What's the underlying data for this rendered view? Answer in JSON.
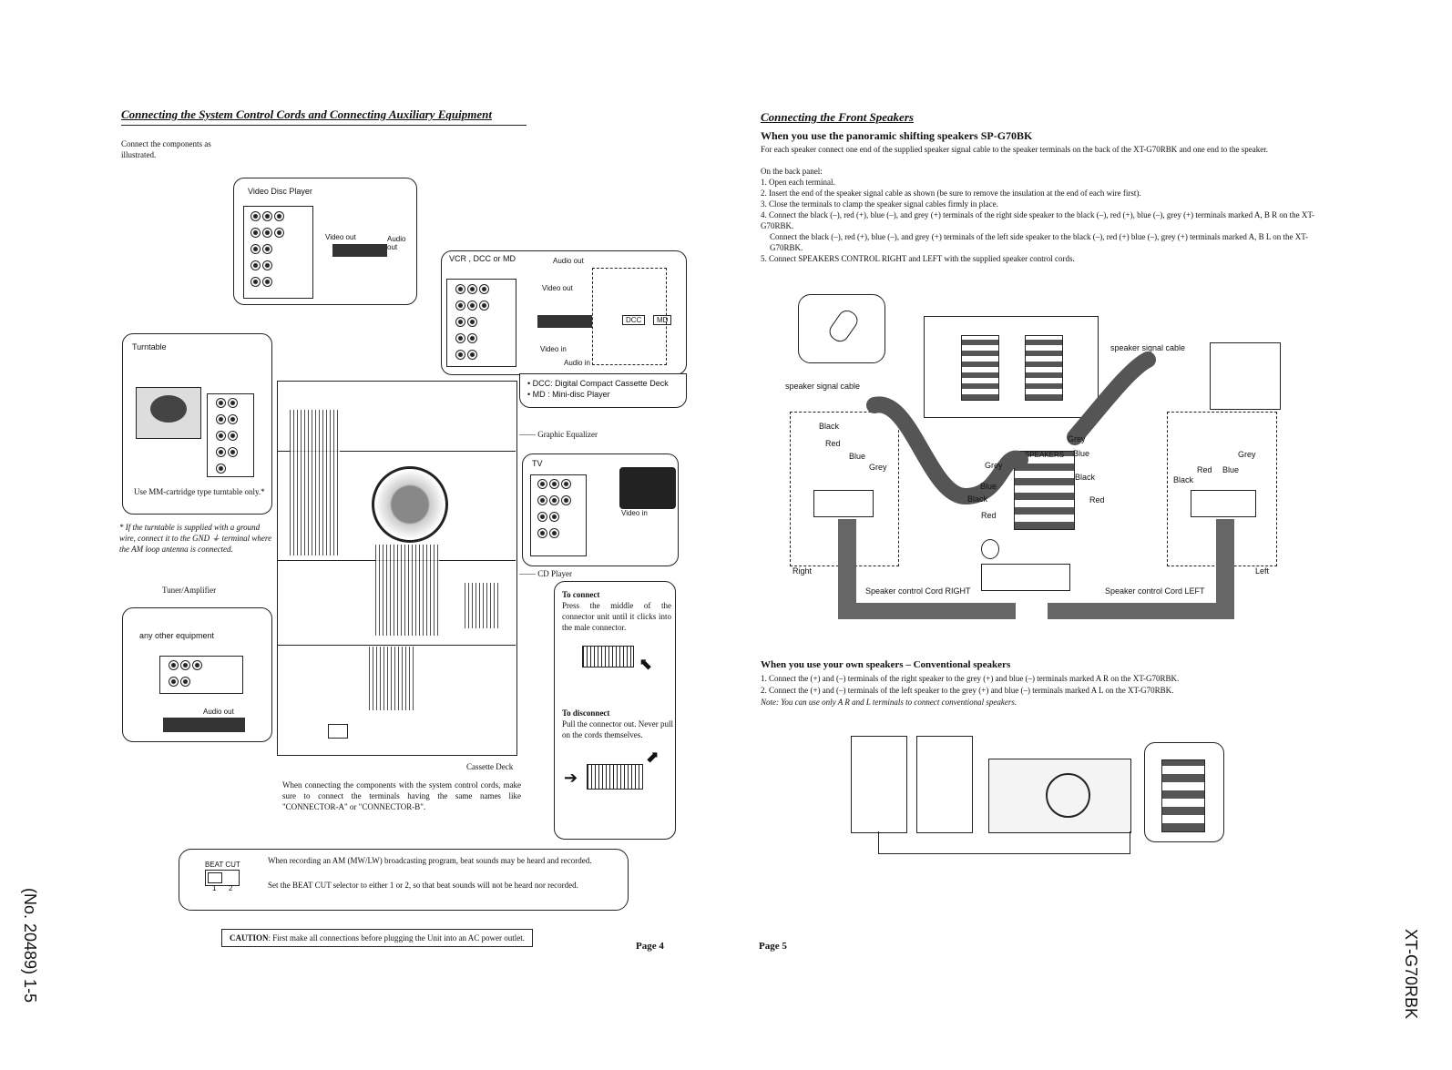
{
  "left": {
    "title": "Connecting the System Control Cords and Connecting Auxiliary Equipment",
    "intro": "Connect the components as illustrated.",
    "video_disc": {
      "label": "Video Disc Player",
      "video_out": "Video out",
      "audio_out": "Audio out"
    },
    "vcr": {
      "label": "VCR , DCC or MD",
      "audio_out": "Audio out",
      "video_out": "Video out",
      "video_in": "Video in",
      "audio_in": "Audio in",
      "dcc": "DCC",
      "md": "MD",
      "note_dcc": "• DCC: Digital Compact Cassette Deck",
      "note_md": "• MD  : Mini-disc Player"
    },
    "turntable": {
      "label": "Turntable",
      "note": "Use MM-cartridge type turntable only.*"
    },
    "footnote": "* If the turntable is supplied with a ground wire, connect it to the GND ⏚ terminal where the AM loop antenna is connected.",
    "graphic_eq": "Graphic Equalizer",
    "tv": {
      "label": "TV",
      "video_in": "Video in"
    },
    "tuner": "Tuner/Amplifier",
    "cd_player": "CD Player",
    "other": {
      "label": "any other equipment",
      "audio_out": "Audio out"
    },
    "to_connect": {
      "title": "To connect",
      "text": "Press the middle of the connector unit until it clicks into the male connector."
    },
    "to_disconnect": {
      "title": "To disconnect",
      "text": "Pull the connector out. Never pull on the cords themselves."
    },
    "cassette": "Cassette Deck",
    "system_note": "When connecting the components with the system control cords, make sure to connect the terminals having the same names like \"CONNECTOR-A\" or \"CONNECTOR-B\".",
    "beat_cut": {
      "label": "BEAT CUT",
      "n1": "1",
      "n2": "2",
      "text1": "When recording an AM (MW/LW) broadcasting program, beat sounds may be heard and recorded.",
      "text2": "Set the BEAT CUT selector to either 1 or 2, so that beat sounds will not be heard nor recorded."
    },
    "caution_label": "CAUTION",
    "caution_text": ": First make all connections before plugging the Unit into an AC power outlet.",
    "page": "Page 4"
  },
  "right": {
    "title": "Connecting the Front Speakers",
    "subtitle": "When you use the panoramic shifting speakers SP-G70BK",
    "para1": "For each speaker connect one end of the supplied speaker signal cable to the speaker terminals on the back of the XT-G70RBK and one end to the speaker.",
    "para2": "On the back panel:",
    "steps": [
      "1. Open each terminal.",
      "2. Insert the end of the speaker signal cable as shown (be sure to remove the insulation at the end of each wire first).",
      "3. Close the terminals to clamp the speaker signal cables firmly in place.",
      "4. Connect the black (–), red (+), blue (–), and grey (+) terminals of the right side speaker to the black (–), red (+), blue (–), grey (+) terminals marked A, B R on the XT-G70RBK.",
      "Connect the black (–), red (+), blue (–), and grey (+) terminals of the left side speaker to the black (–), red (+) blue (–), grey (+) terminals marked A, B L on the XT-G70RBK.",
      "5. Connect SPEAKERS CONTROL RIGHT and LEFT with the supplied speaker control cords."
    ],
    "diagram": {
      "signal_cable_left": "speaker signal cable",
      "signal_cable_right": "speaker signal cable",
      "black": "Black",
      "red": "Red",
      "blue": "Blue",
      "grey": "Grey",
      "right": "Right",
      "left": "Left",
      "cord_right": "Speaker control Cord RIGHT",
      "cord_left": "Speaker control Cord LEFT",
      "speakers": "SPEAKERS"
    },
    "conv_title": "When you use your own speakers – Conventional speakers",
    "conv1": "1. Connect the (+) and (–) terminals of the right speaker to the grey (+) and blue (–) terminals marked A R on the XT-G70RBK.",
    "conv2": "2. Connect the (+) and (–) terminals of the left speaker to the grey (+) and blue (–) terminals marked A L on the XT-G70RBK.",
    "conv_note": "Note: You can use only A R and L terminals to connect conventional speakers.",
    "page": "Page 5"
  },
  "margin_left": "(No. 20489) 1-5",
  "margin_right": "XT-G70RBK"
}
